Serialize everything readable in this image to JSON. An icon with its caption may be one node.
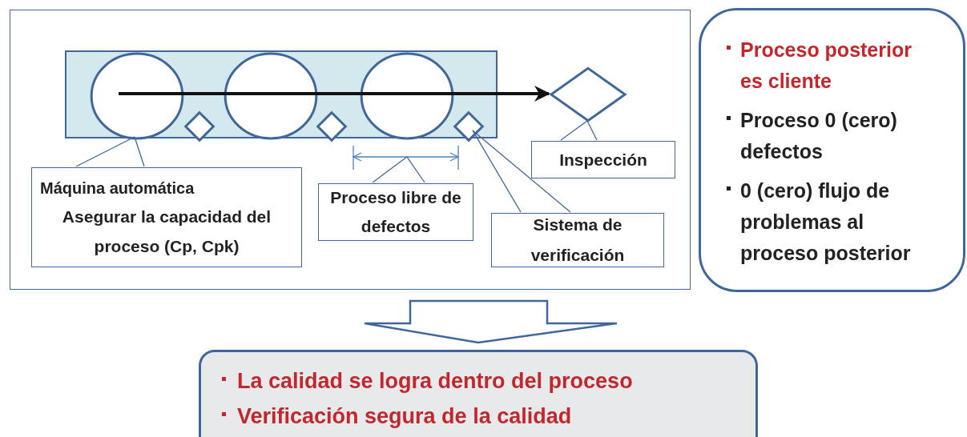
{
  "diagram": {
    "nodes": [
      {
        "text": [],
        "shape": "box"
      },
      {
        "text": [],
        "shape": "box",
        "in": 0
      },
      {
        "text": [],
        "shape": "circle",
        "in": 1
      },
      {
        "text": [],
        "shape": "circle",
        "in": 1
      },
      {
        "text": [],
        "shape": "circle",
        "in": 1
      },
      {
        "text": [],
        "shape": "diamond",
        "in": 1
      },
      {
        "text": [],
        "shape": "diamond",
        "in": 1
      },
      {
        "text": [],
        "shape": "diamond",
        "in": 1
      },
      {
        "text": [],
        "shape": "diamond",
        "in": 0
      },
      {
        "text": [
          "Máquina automática",
          "Asegurar la capacidad del proceso (Cp, Cpk)"
        ],
        "in": 0
      },
      {
        "text": [
          "Proceso libre de defectos"
        ],
        "in": 0
      },
      {
        "text": [
          "Sistema de verificación"
        ],
        "in": 0
      },
      {
        "text": [
          "Inspección"
        ],
        "in": 0
      },
      {
        "text": [
          "Proceso posterior es cliente",
          "Proceso 0 (cero) defectos",
          "0 (cero) flujo de problemas al proceso posterior"
        ]
      },
      {
        "text": [
          "La calidad se logra dentro del proceso",
          "Verificación segura de la calidad"
        ]
      }
    ],
    "edges": [
      {
        "from": 2,
        "to": 3,
        "arrow": "none",
        "style": "thick",
        "color": "#111111"
      },
      {
        "from": 3,
        "to": 4,
        "arrow": "none",
        "style": "thick",
        "color": "#111111"
      },
      {
        "from": 4,
        "to": 8,
        "arrow": "to",
        "style": "thick",
        "color": "#111111"
      },
      {
        "from": 9,
        "to": 2,
        "arrow": "none"
      },
      {
        "from": 10,
        "to": null,
        "arrow": "none"
      },
      {
        "from": 11,
        "to": 7,
        "arrow": "none"
      },
      {
        "from": 12,
        "to": 8,
        "arrow": "none"
      },
      {
        "from": 0,
        "to": 14,
        "arrow": "to"
      }
    ]
  }
}
